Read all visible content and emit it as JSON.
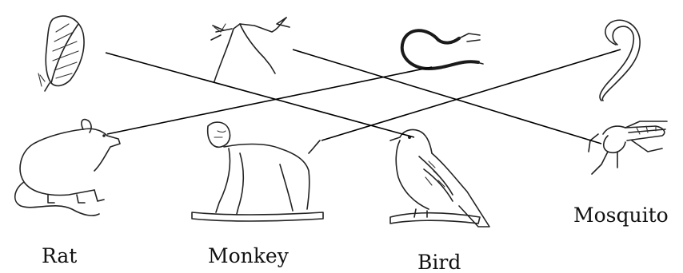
{
  "labels": {
    "rat": "Rat",
    "monkey": "Monkey",
    "bird": "Bird",
    "mosquito": "Mosquito"
  },
  "top_items": [
    "feather-icon",
    "tree-branch-icon",
    "rat-tail-icon",
    "monkey-tail-icon"
  ],
  "bottom_items": [
    "rat-icon",
    "monkey-icon",
    "bird-icon",
    "mosquito-icon"
  ],
  "matches": [
    {
      "from": "feather-icon",
      "to": "bird-icon"
    },
    {
      "from": "tree-branch-icon",
      "to": "mosquito-icon"
    },
    {
      "from": "rat-tail-icon",
      "to": "rat-icon"
    },
    {
      "from": "monkey-tail-icon",
      "to": "monkey-icon"
    }
  ],
  "colors": {
    "ink": "#000000",
    "background": "#ffffff"
  }
}
